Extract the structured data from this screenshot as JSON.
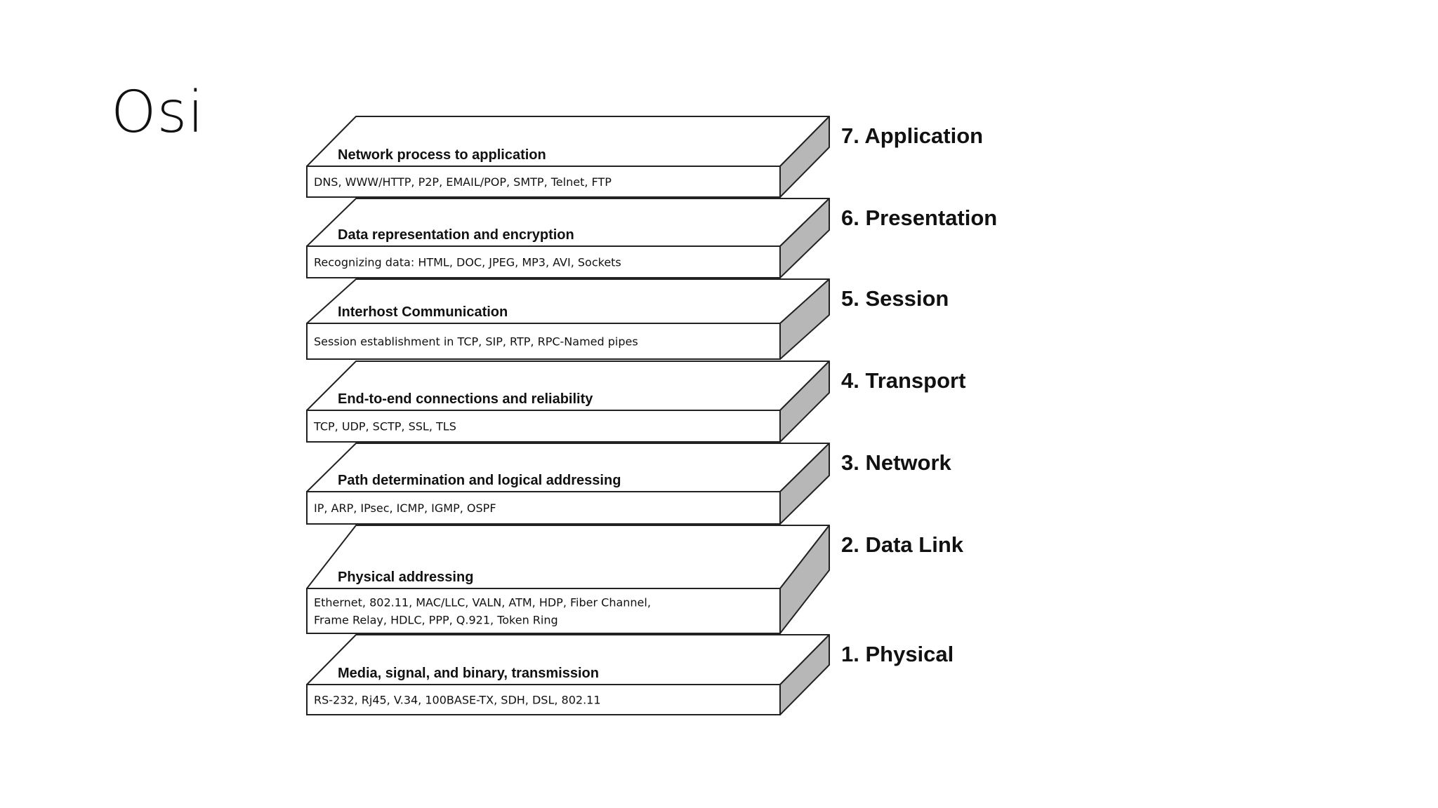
{
  "slide": {
    "title": "Osi"
  },
  "layers": [
    {
      "name": "7. Application",
      "function": "Network process to application",
      "protocols": [
        "DNS, WWW/HTTP, P2P, EMAIL/POP, SMTP, Telnet, FTP"
      ]
    },
    {
      "name": "6. Presentation",
      "function": "Data representation and encryption",
      "protocols": [
        "Recognizing data: HTML, DOC, JPEG, MP3, AVI, Sockets"
      ]
    },
    {
      "name": "5. Session",
      "function": "Interhost Communication",
      "protocols": [
        "Session establishment in TCP, SIP, RTP, RPC-Named pipes"
      ]
    },
    {
      "name": "4. Transport",
      "function": "End-to-end connections and reliability",
      "protocols": [
        "TCP, UDP, SCTP, SSL, TLS"
      ]
    },
    {
      "name": "3. Network",
      "function": "Path determination and logical addressing",
      "protocols": [
        "IP, ARP, IPsec, ICMP, IGMP, OSPF"
      ]
    },
    {
      "name": "2. Data Link",
      "function": "Physical addressing",
      "protocols": [
        "Ethernet, 802.11, MAC/LLC, VALN, ATM, HDP, Fiber Channel,",
        "Frame Relay, HDLC, PPP, Q.921, Token Ring"
      ]
    },
    {
      "name": "1. Physical",
      "function": "Media, signal, and binary, transmission",
      "protocols": [
        "RS-232, Rj45, V.34, 100BASE-TX, SDH, DSL, 802.11"
      ]
    }
  ],
  "colors": {
    "background": "#ffffff",
    "outline": "#222222",
    "side_face": "#b7b7b7",
    "text": "#111111"
  }
}
